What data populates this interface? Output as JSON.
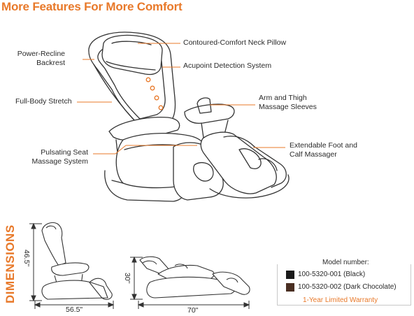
{
  "title": "More Features For More Comfort",
  "callouts": {
    "neck_pillow": "Contoured-Comfort Neck Pillow",
    "backrest": [
      "Power-Recline",
      "Backrest"
    ],
    "acupoint": "Acupoint Detection System",
    "stretch": "Full-Body Stretch",
    "sleeves": [
      "Arm and Thigh",
      "Massage Sleeves"
    ],
    "seat": [
      "Pulsating Seat",
      "Massage System"
    ],
    "foot": [
      "Extendable Foot and",
      "Calf Massager"
    ]
  },
  "dimensions": {
    "heading": "DIMENSIONS",
    "upright_height": "46.5\"",
    "upright_depth": "56.5\"",
    "reclined_height": "30\"",
    "reclined_depth": "70\""
  },
  "models": {
    "heading": "Model number:",
    "items": [
      {
        "label": "100-5320-001 (Black)",
        "color": "#1a1a1a"
      },
      {
        "label": "100-5320-002 (Dark Chocolate)",
        "color": "#4a2f22"
      }
    ],
    "warranty": "1-Year Limited Warranty"
  },
  "colors": {
    "accent": "#e8792a",
    "line": "#333333"
  }
}
